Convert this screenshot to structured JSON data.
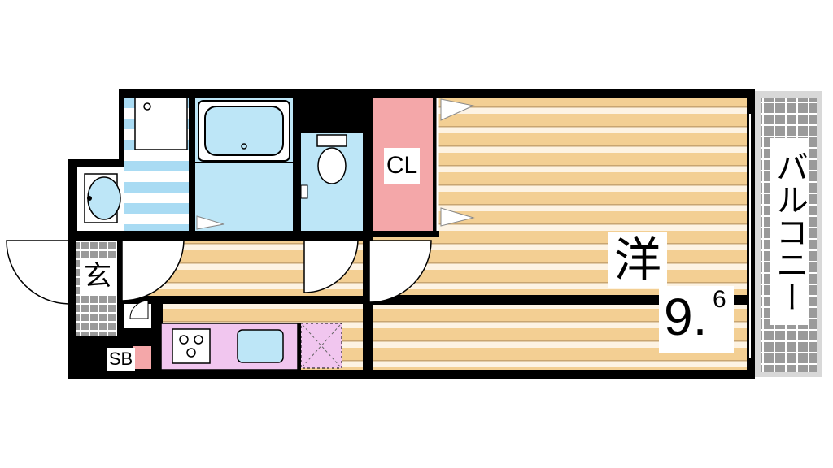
{
  "labels": {
    "genkan": "玄",
    "shoe_box": "SB",
    "closet": "CL",
    "room_type": "洋",
    "room_size_int": "9.",
    "room_size_dec": "6",
    "balcony": "バルコニー"
  },
  "colors": {
    "wall": "#000000",
    "floor_wood_dark": "#f3cf93",
    "floor_wood_light": "#fdf3e3",
    "wet_area": "#bde6f7",
    "wet_area_stripe": "#9dd4f0",
    "closet": "#f4a7a9",
    "kitchen": "#f1c6ef",
    "balcony_grid": "#8f8f8f",
    "door_swing": "#ffffff"
  }
}
